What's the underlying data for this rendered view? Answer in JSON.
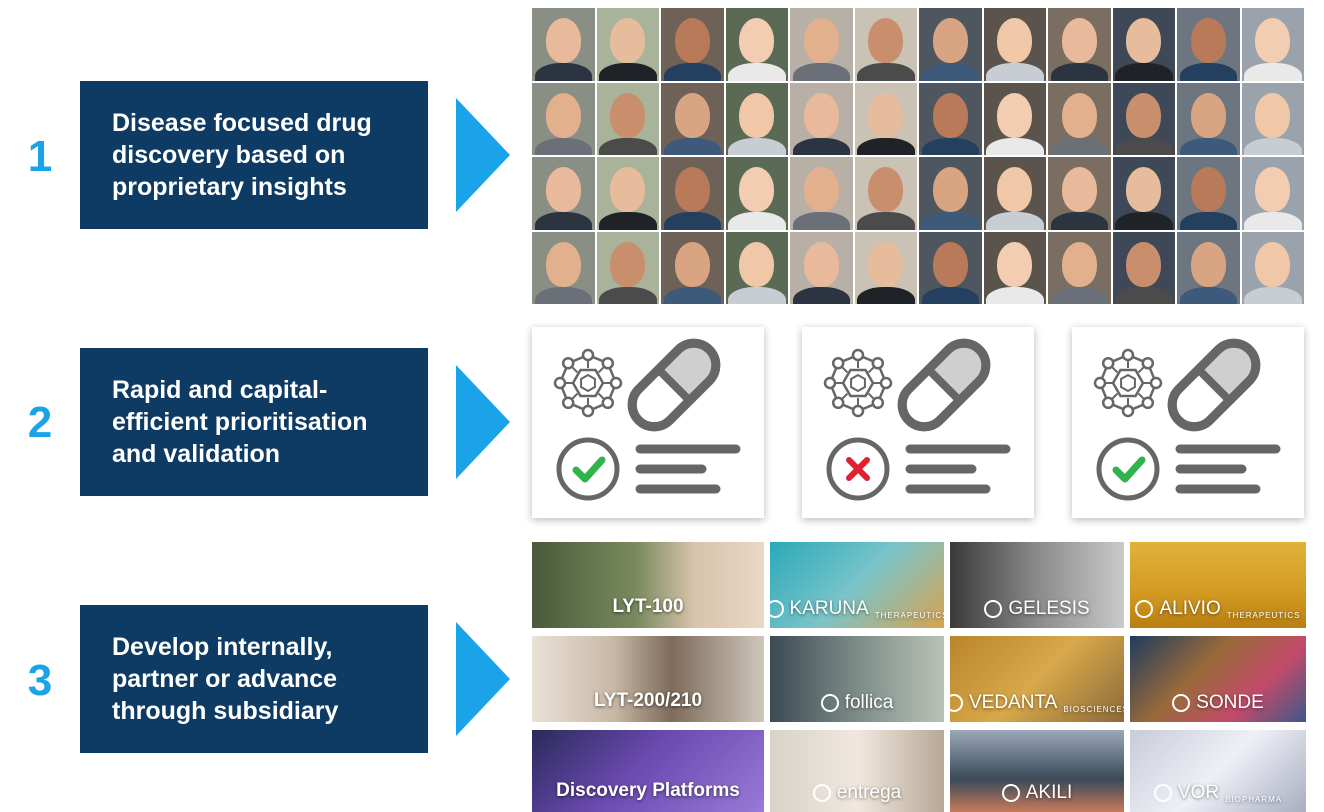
{
  "steps": [
    {
      "number": "1",
      "text": "Disease focused drug discovery based on proprietary insights"
    },
    {
      "number": "2",
      "text": "Rapid and capital-efficient prioritisation and validation"
    },
    {
      "number": "3",
      "text": "Develop internally, partner or advance through subsidiary"
    }
  ],
  "validation_cards": [
    {
      "status": "approved",
      "status_icon": "check-icon"
    },
    {
      "status": "rejected",
      "status_icon": "x-icon"
    },
    {
      "status": "approved",
      "status_icon": "check-icon"
    }
  ],
  "portfolio": [
    {
      "label": "LYT-100",
      "kind": "program"
    },
    {
      "label": "KARUNA",
      "sub": "THERAPEUTICS",
      "kind": "company"
    },
    {
      "label": "GELESIS",
      "kind": "company"
    },
    {
      "label": "ALIVIO",
      "sub": "THERAPEUTICS",
      "kind": "company"
    },
    {
      "label": "LYT-200/210",
      "kind": "program"
    },
    {
      "label": "follica",
      "kind": "company"
    },
    {
      "label": "VEDANTA",
      "sub": "BIOSCIENCES",
      "kind": "company"
    },
    {
      "label": "SONDE",
      "kind": "company"
    },
    {
      "label": "Discovery Platforms",
      "kind": "program"
    },
    {
      "label": "entrega",
      "kind": "company"
    },
    {
      "label": "AKILI",
      "kind": "company"
    },
    {
      "label": "VOR",
      "sub": "BIOPHARMA",
      "kind": "company"
    }
  ],
  "colors": {
    "accent": "#1aa3e8",
    "box": "#0e3b63",
    "check": "#2fb34a",
    "cross": "#e0202e",
    "icon_gray": "#666666"
  }
}
